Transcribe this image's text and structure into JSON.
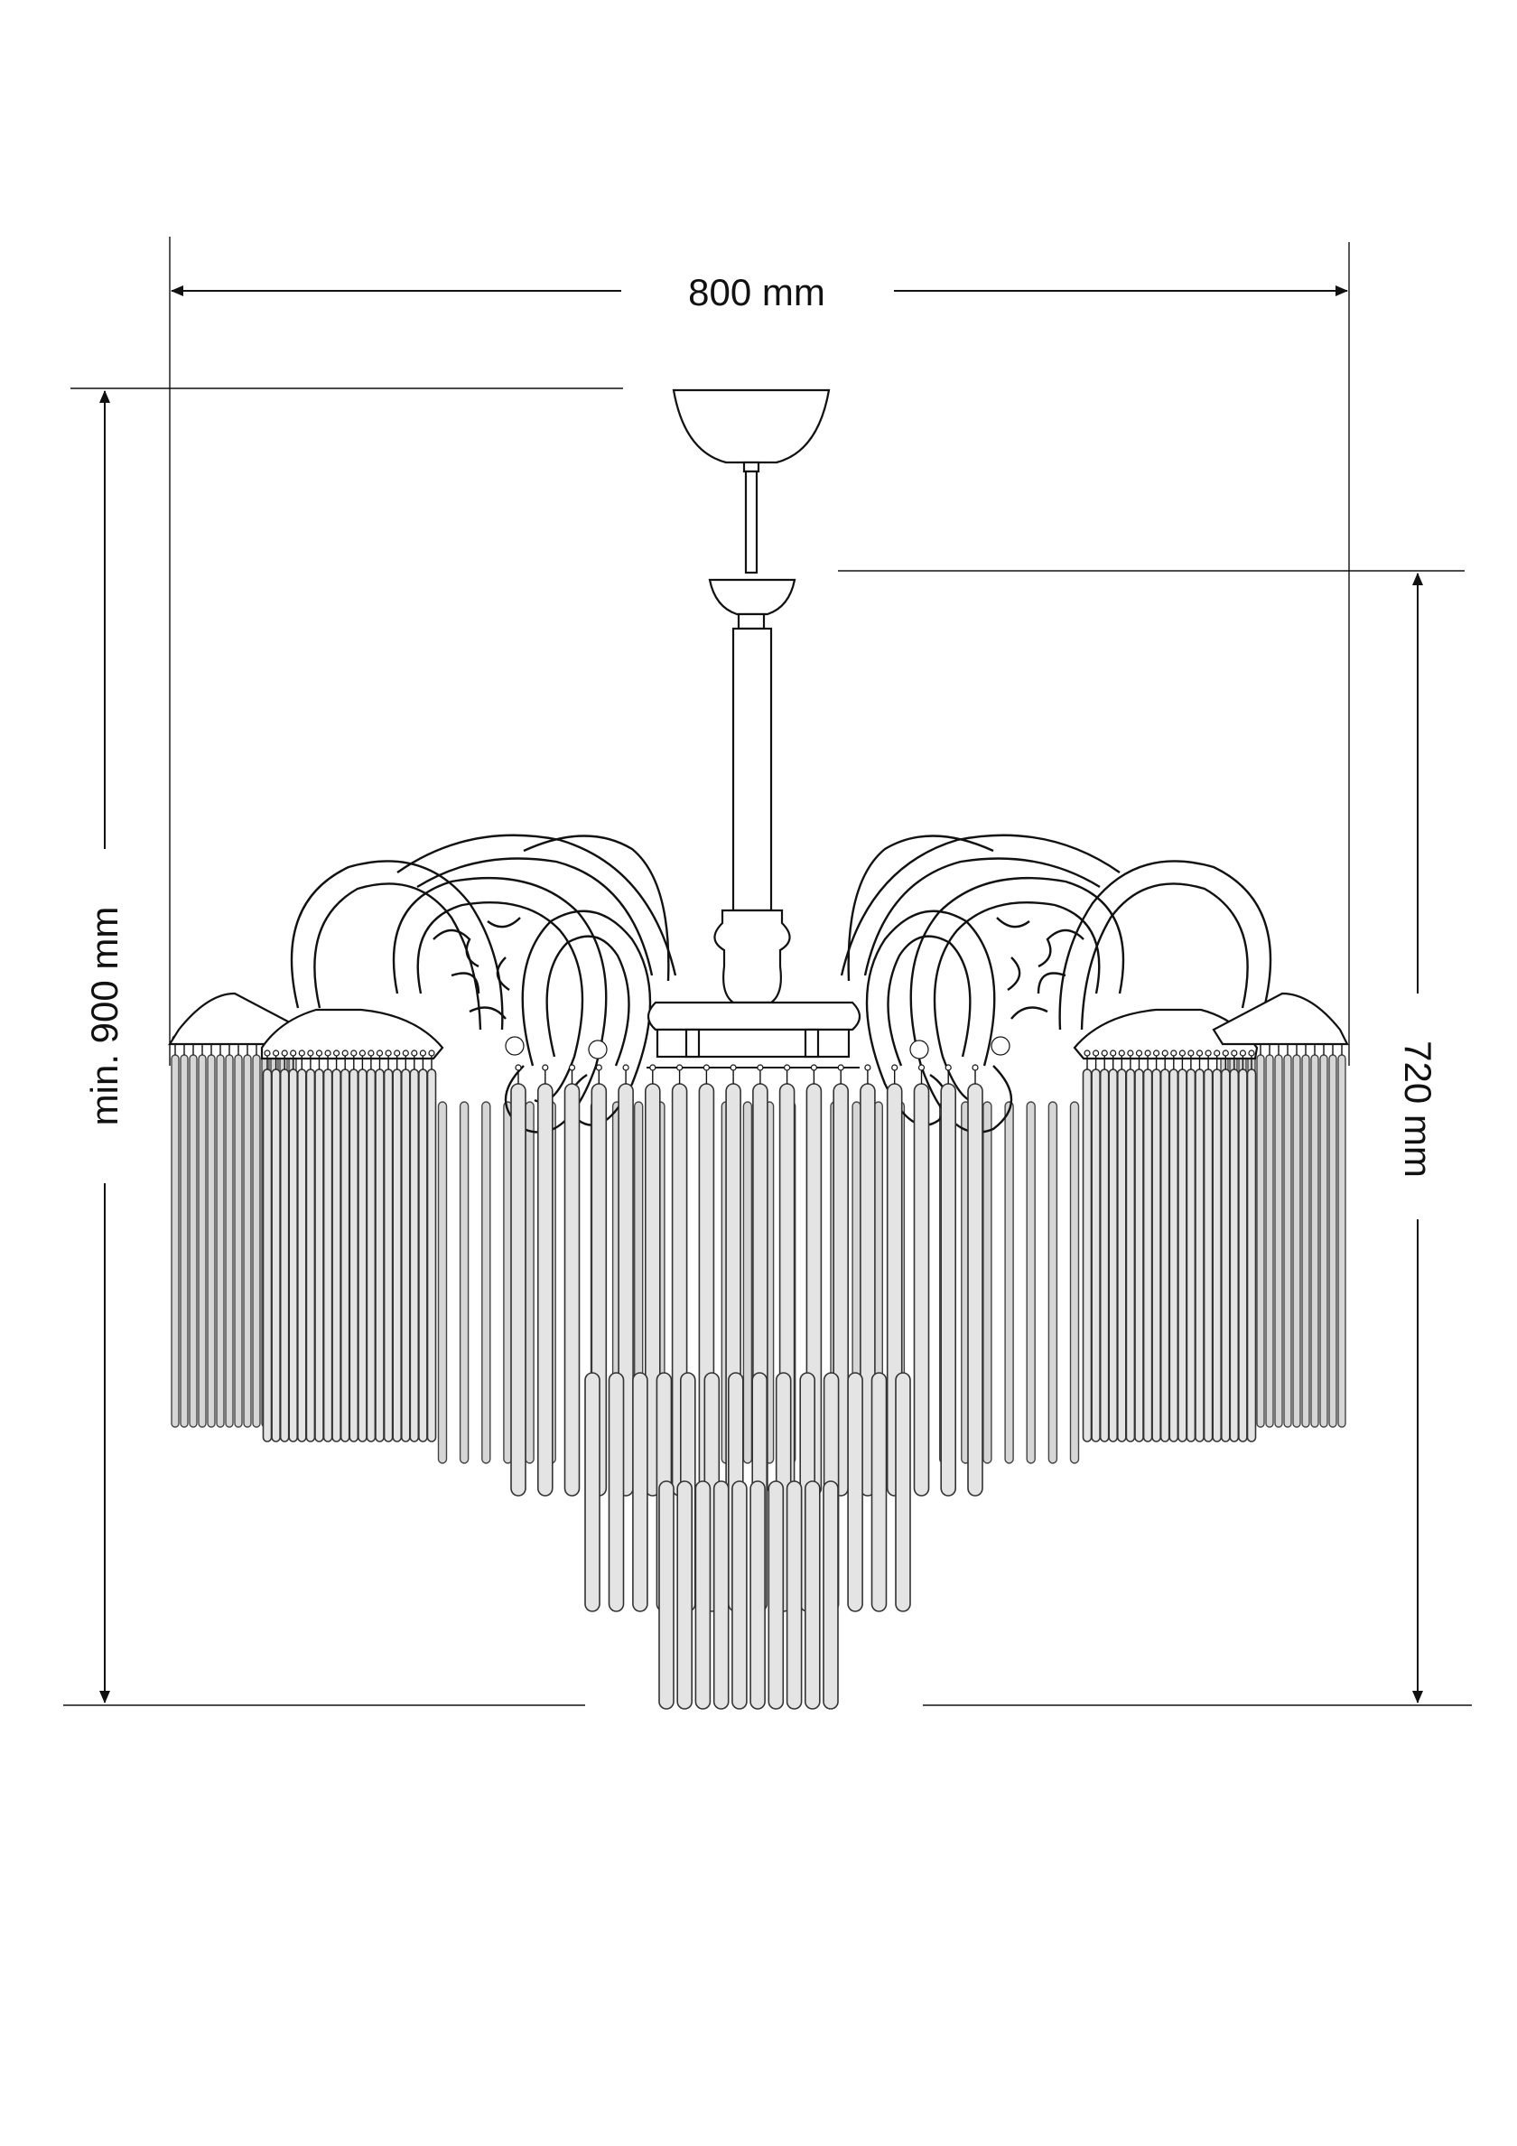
{
  "dimensions": {
    "width": {
      "label": "800 mm"
    },
    "overall_height": {
      "label": "min. 900 mm"
    },
    "body_height": {
      "label": "720 mm"
    }
  },
  "colors": {
    "line": "#111111",
    "rod_fill": "#e4e4e4",
    "background": "#ffffff"
  }
}
